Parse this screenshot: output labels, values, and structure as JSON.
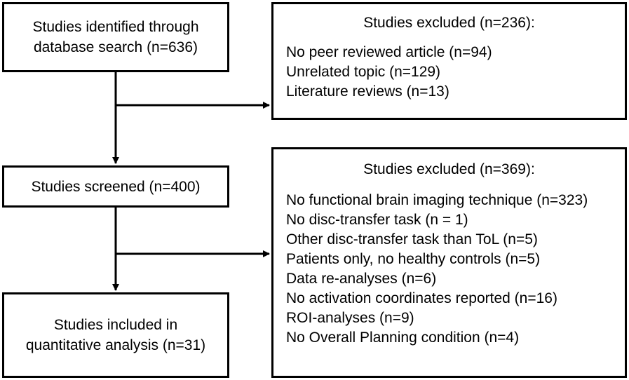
{
  "identified": {
    "line1": "Studies identified through",
    "line2": "database search (n=636)"
  },
  "excluded_first": {
    "heading": "Studies excluded (n=236):",
    "items": [
      "No peer reviewed article (n=94)",
      "Unrelated topic (n=129)",
      "Literature reviews (n=13)"
    ]
  },
  "screened": {
    "label": "Studies screened (n=400)"
  },
  "excluded_second": {
    "heading": "Studies excluded (n=369):",
    "items": [
      "No functional brain imaging technique (n=323)",
      "No disc-transfer task (n = 1)",
      "Other disc-transfer task than ToL (n=5)",
      "Patients only, no healthy controls (n=5)",
      "Data re-analyses (n=6)",
      "No activation coordinates reported (n=16)",
      "ROI-analyses (n=9)",
      "No Overall Planning condition (n=4)"
    ]
  },
  "included": {
    "line1": "Studies included in",
    "line2": "quantitative analysis (n=31)"
  }
}
